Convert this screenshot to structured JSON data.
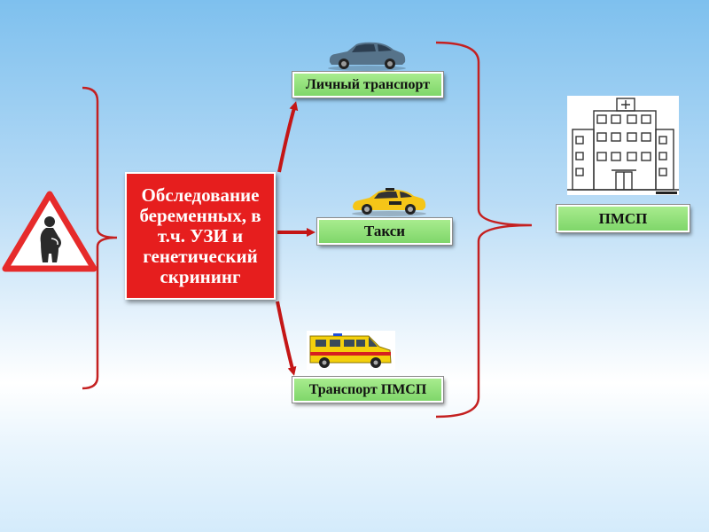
{
  "center": {
    "text": "Обследование беременных, в т.ч. УЗИ и генетический скрининг"
  },
  "options": {
    "personal": "Личный транспорт",
    "taxi": "Такси",
    "pmsp_transport": "Транспорт ПМСП"
  },
  "destination": {
    "label": "ПМСП"
  },
  "icons": {
    "pregnancy": "pregnant-woman-warning-icon",
    "car": "car-icon",
    "taxi": "taxi-icon",
    "ambulance": "ambulance-icon",
    "hospital": "hospital-building-icon"
  },
  "colors": {
    "center_box": "#e61e1e",
    "arrows": "#c41616",
    "labels": "#86d970",
    "brackets": "#c42020"
  }
}
